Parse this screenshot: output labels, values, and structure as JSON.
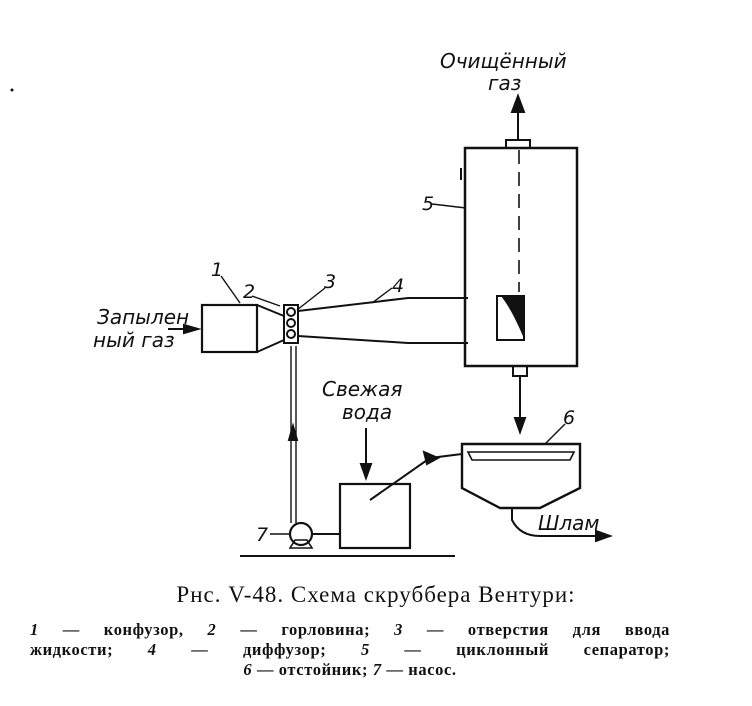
{
  "labels": {
    "clean_gas_line1": "Очищённый",
    "clean_gas_line2": "газ",
    "dusty_gas_line1": "Запылен",
    "dusty_gas_line2": "ный газ",
    "fresh_water_line1": "Свежая",
    "fresh_water_line2": "вода",
    "sludge": "Шлам"
  },
  "numbers": {
    "n1": "1",
    "n2": "2",
    "n3": "3",
    "n4": "4",
    "n5": "5",
    "n6": "6",
    "n7": "7"
  },
  "caption": "Рнс. V-48. Схема скруббера Вентури:",
  "legend": {
    "line1": [
      {
        "num": "1",
        "text": " — конфузор, "
      },
      {
        "num": "2",
        "text": " — горловина; "
      },
      {
        "num": "3",
        "text": " — отверстия для ввода"
      }
    ],
    "line2": [
      {
        "num": "",
        "text": "жидкости; "
      },
      {
        "num": "4",
        "text": " — диффузор; "
      },
      {
        "num": "5",
        "text": " — циклонный сепаратор;"
      }
    ],
    "line3": [
      {
        "num": "6",
        "text": " — отстойник; "
      },
      {
        "num": "7",
        "text": " — насос."
      }
    ]
  },
  "colors": {
    "ink": "#111111",
    "paper": "#ffffff"
  }
}
